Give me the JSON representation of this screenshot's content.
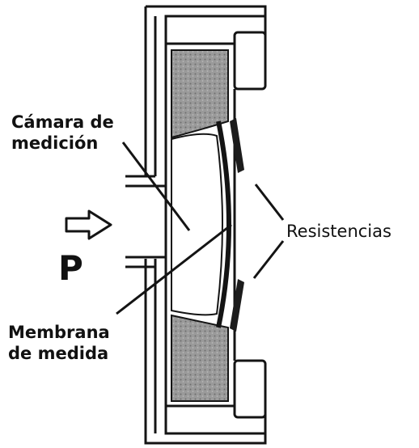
{
  "labels": {
    "camara_line1": "Cámara de",
    "camara_line2": "medición",
    "pressure": "P",
    "membrana_line1": "Membrana",
    "membrana_line2": "de medida",
    "resistencias": "Resistencias"
  },
  "colors": {
    "line": "#141414",
    "stipple": "#8c8c8c",
    "background": "#ffffff",
    "resistor": "#1c1c1c"
  }
}
